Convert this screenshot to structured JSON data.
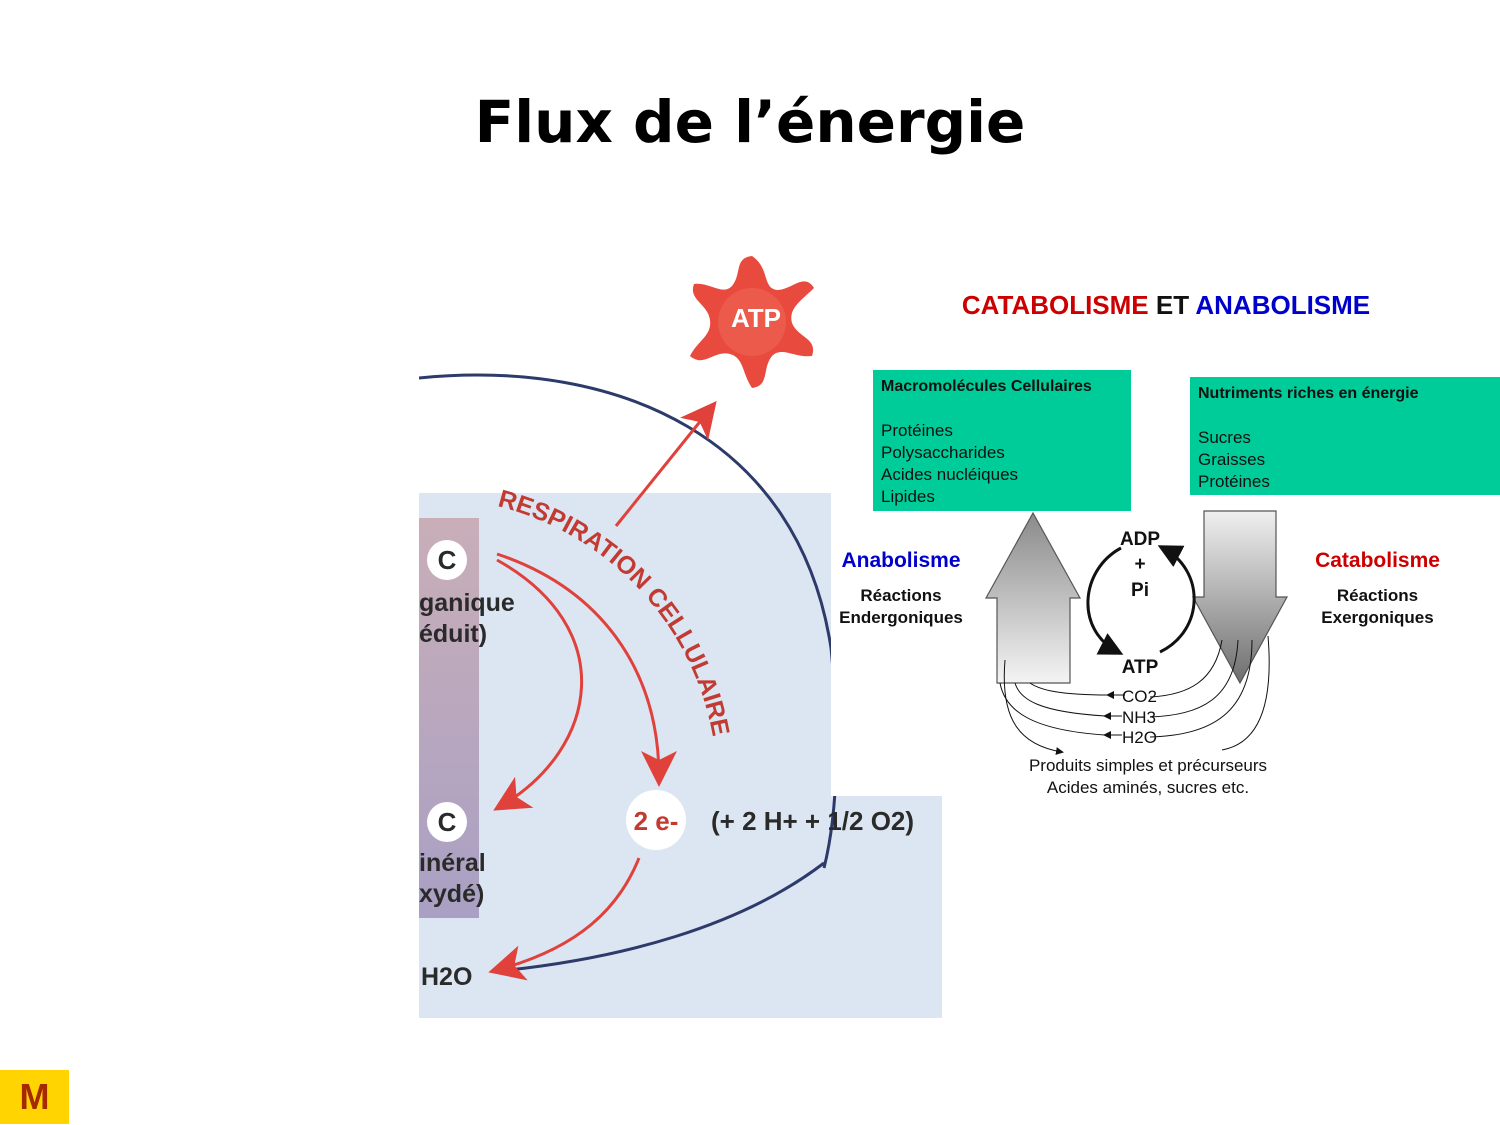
{
  "slide": {
    "title": "Flux de l’énergie"
  },
  "left_diagram": {
    "atp": "ATP",
    "respiration": "RESPIRATION CELLULAIRE",
    "c_top": "C",
    "organique_line1": "ganique",
    "organique_line2": "éduit)",
    "c_bottom": "C",
    "mineral_line1": "inéral",
    "mineral_line2": "xydé)",
    "electrons": "2 e-",
    "equation": "(+ 2 H+ + 1/2 O2)",
    "water": "H2O"
  },
  "right_diagram": {
    "title_part1": "CATABOLISME",
    "title_part2": " ET ",
    "title_part3": "ANABOLISME",
    "colors": {
      "red": "#cc0000",
      "blue": "#0000cc",
      "green": "#00cc99"
    },
    "macro_box": {
      "heading": "Macromolécules Cellulaires",
      "items": [
        "Protéines",
        "Polysaccharides",
        "Acides nucléiques",
        "Lipides"
      ]
    },
    "nutri_box": {
      "heading": "Nutriments riches en énergie",
      "items": [
        "Sucres",
        "Graisses",
        "Protéines"
      ]
    },
    "anabolisme": {
      "name": "Anabolisme",
      "line1": "Réactions",
      "line2": "Endergoniques"
    },
    "catabolisme": {
      "name": "Catabolisme",
      "line1": "Réactions",
      "line2": "Exergoniques"
    },
    "adp": "ADP",
    "plus": "+",
    "pi": "Pi",
    "atp": "ATP",
    "co2": "CO2",
    "nh3": "NH3",
    "h2o": "H2O",
    "products_line1": "Produits simples et précurseurs",
    "products_line2": "Acides aminés, sucres etc."
  },
  "logo": {
    "letter": "M"
  }
}
